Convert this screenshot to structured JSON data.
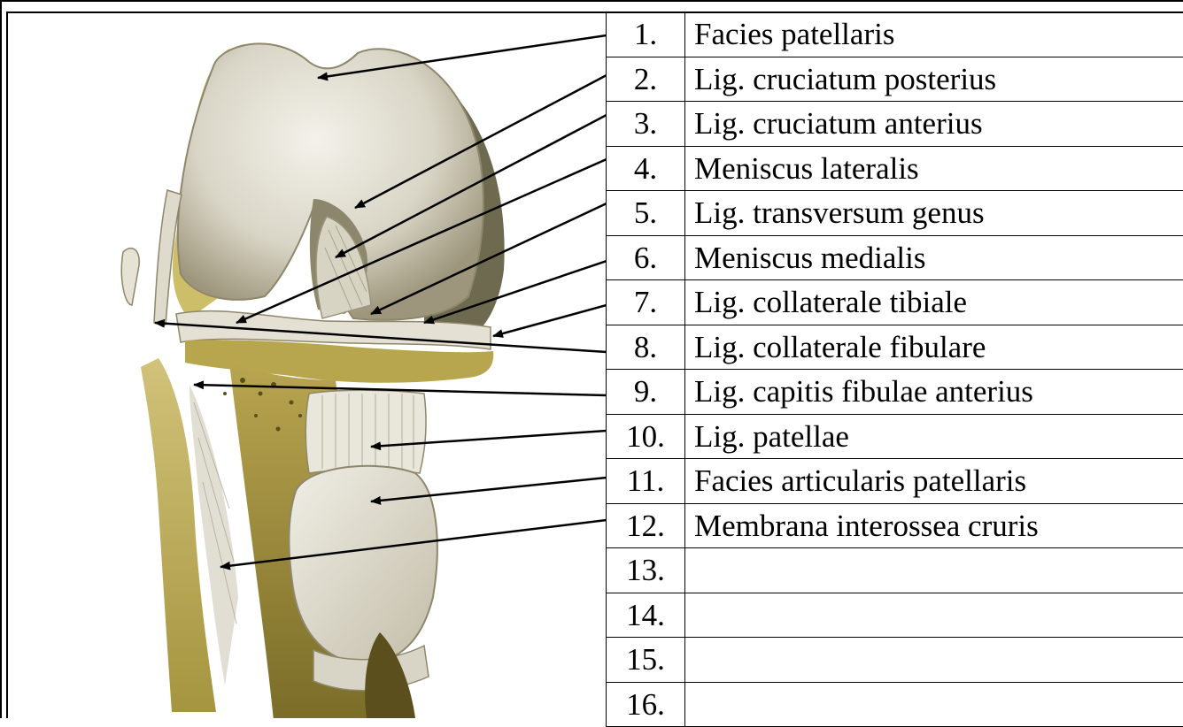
{
  "rows": [
    {
      "num": "1.",
      "label": "Facies patellaris"
    },
    {
      "num": "2.",
      "label": "Lig. cruciatum posterius"
    },
    {
      "num": "3.",
      "label": "Lig. cruciatum anterius"
    },
    {
      "num": "4.",
      "label": "Meniscus lateralis"
    },
    {
      "num": "5.",
      "label": "Lig. transversum genus"
    },
    {
      "num": "6.",
      "label": "Meniscus medialis"
    },
    {
      "num": "7.",
      "label": "Lig. collaterale tibiale"
    },
    {
      "num": "8.",
      "label": "Lig. collaterale fibulare"
    },
    {
      "num": "9.",
      "label": "Lig. capitis fibulae anterius"
    },
    {
      "num": "10.",
      "label": "Lig. patellae"
    },
    {
      "num": "11.",
      "label": "Facies articularis patellaris"
    },
    {
      "num": "12.",
      "label": "Membrana interossea cruris"
    },
    {
      "num": "13.",
      "label": ""
    },
    {
      "num": "14.",
      "label": ""
    },
    {
      "num": "15.",
      "label": ""
    },
    {
      "num": "16.",
      "label": ""
    }
  ],
  "colors": {
    "bone": "#e2ded0",
    "bone_shadow": "#b9b29a",
    "yellow_tissue": "#c9b85a",
    "dark_olive": "#8a7a2e",
    "ligament": "#d8d4c4",
    "line": "#000000"
  }
}
